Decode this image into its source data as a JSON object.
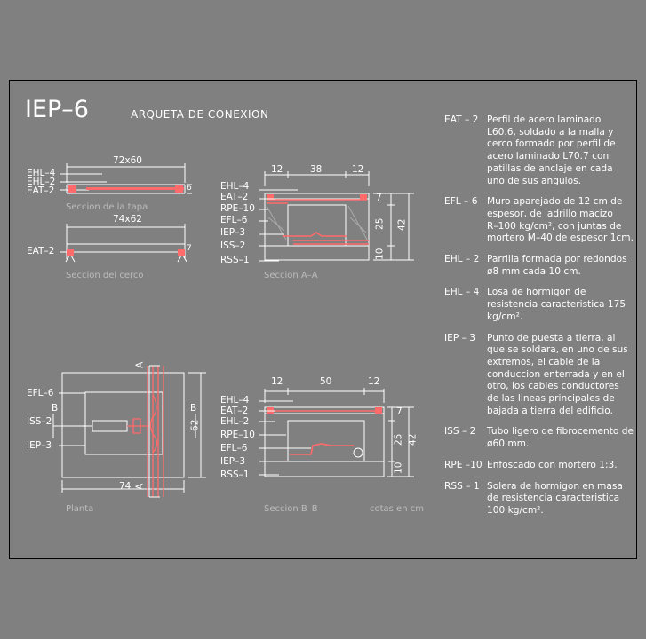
{
  "title": "IEP–6",
  "subtitle": "ARQUETA DE CONEXION",
  "views": {
    "tapa": {
      "caption": "Seccion de la tapa",
      "dim": "72x60",
      "labels": [
        "EHL–4",
        "EHL–2",
        "EAT–2"
      ],
      "side_dim": "6"
    },
    "cerco": {
      "caption": "Seccion del cerco",
      "dim": "74x62",
      "labels": [
        "EAT–2"
      ],
      "side_dim": "7"
    },
    "seccion_aa": {
      "caption": "Seccion A–A",
      "top_dims": [
        "12",
        "38",
        "12"
      ],
      "right_dims": [
        "7",
        "25",
        "42",
        "10"
      ],
      "labels": [
        "EHL–4",
        "EAT–2",
        "RPE–10",
        "EFL–6",
        "IEP–3",
        "ISS–2",
        "RSS–1"
      ]
    },
    "planta": {
      "caption": "Planta",
      "labels": [
        "EFL–6",
        "ISS–2",
        "IEP–3"
      ],
      "bottom_dim": "74",
      "right_dim": "62",
      "markers": [
        "A",
        "A",
        "B",
        "B"
      ]
    },
    "seccion_bb": {
      "caption": "Seccion B–B",
      "top_dims": [
        "12",
        "50",
        "12"
      ],
      "right_dims": [
        "7",
        "25",
        "42",
        "10"
      ],
      "labels": [
        "EHL–4",
        "EAT–2",
        "EHL–2",
        "RPE–10",
        "EFL–6",
        "IEP–3",
        "RSS–1"
      ]
    },
    "units": "cotas en cm"
  },
  "notes": [
    {
      "code": "EAT – 2",
      "text": "Perfil de acero laminado\nL60.6, soldado a la malla y\ncerco formado por perfil de\nacero laminado L70.7 con\npatillas de anclaje en cada\nuno de sus angulos."
    },
    {
      "code": "EFL – 6",
      "text": "Muro aparejado de 12 cm de\nespesor, de ladrillo macizo\nR–100 kg/cm², con juntas de\nmortero M–40 de espesor 1cm."
    },
    {
      "code": "EHL – 2",
      "text": "Parrilla formada por redondos\nø8 mm cada 10 cm."
    },
    {
      "code": "EHL – 4",
      "text": "Losa de hormigon de\nresistencia caracteristica 175\nkg/cm²."
    },
    {
      "code": "IEP – 3",
      "text": "Punto de puesta a tierra, al\nque se soldara, en uno de sus\nextremos, el cable de la\nconduccion enterrada y en el\notro, los cables conductores\nde las lineas principales de\nbajada a tierra del edificio."
    },
    {
      "code": "ISS – 2",
      "text": "Tubo ligero de fibrocemento de\nø60 mm."
    },
    {
      "code": "RPE –10",
      "text": "Enfoscado con mortero 1:3."
    },
    {
      "code": "RSS – 1",
      "text": "Solera de hormigon en masa\nde resistencia caracteristica\n100 kg/cm²."
    }
  ],
  "colors": {
    "background": "#808080",
    "line": "#ffffff",
    "accent": "#ff6a6a",
    "dark": "#000000"
  }
}
